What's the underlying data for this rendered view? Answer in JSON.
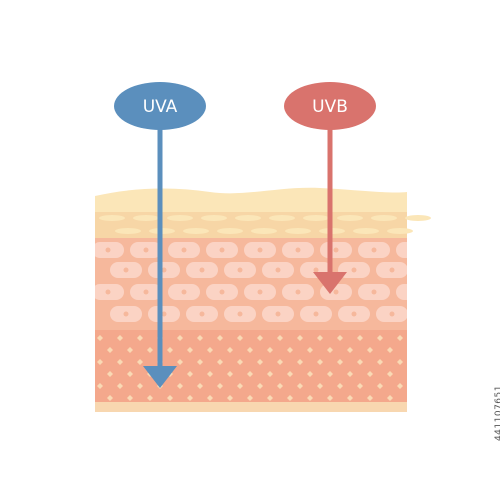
{
  "colors": {
    "background": "#ffffff",
    "epidermis_top": "#fbe6b8",
    "epidermis_band": "#f7d6a6",
    "cell_layer": "#f6b89c",
    "cell": "#fbd3c4",
    "dermis": "#f4a88c",
    "dermis_dot": "#f9d9b4",
    "bottom_band": "#f8d7b0",
    "uva": "#5b8fbd",
    "uvb": "#d9736d"
  },
  "labels": {
    "uva": "UVA",
    "uvb": "UVB"
  },
  "stock_id": "441107651",
  "icons": {
    "uva_arrow": "arrow-down-icon",
    "uvb_arrow": "arrow-down-icon"
  },
  "penetration": {
    "uva_reaches": "dermis",
    "uvb_reaches": "epidermis"
  }
}
